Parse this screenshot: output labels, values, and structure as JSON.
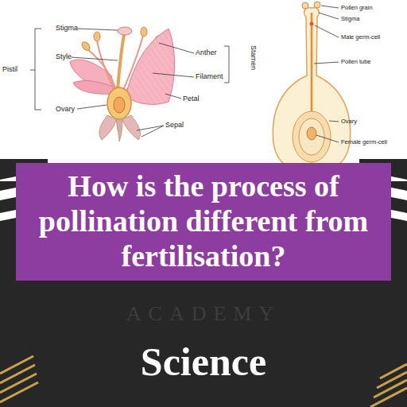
{
  "diagram": {
    "title": "How is the process of pollination different from fertilisation?",
    "caption": "Science",
    "labels": [
      "Stigma",
      "Anther",
      "Filament",
      "Stamen",
      "Style",
      "Pistil",
      "Petal",
      "Ovary",
      "Sepal",
      "Pollen grain",
      "Stigma",
      "Male germ-cell",
      "Pollen tube",
      "Ovary",
      "Female germ-cell",
      "ACADEMY"
    ]
  }
}
